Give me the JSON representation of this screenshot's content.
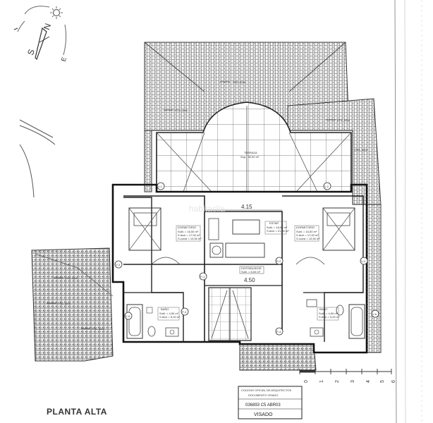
{
  "compass": {
    "letters": [
      "S",
      "N",
      "E"
    ]
  },
  "watermark": "habitaclia",
  "rooms": {
    "terrace_top": {
      "label": "PTE. 30%"
    },
    "terrace_mid": {
      "label": "PTE. 30%"
    },
    "terrace_right": {
      "label": "PTE. 30%"
    },
    "terrace_right2": {
      "label": "PTE. 30%"
    },
    "terrace_left1": {
      "label": "PTE. 30%"
    },
    "terrace_left2": {
      "label": "PTE. 30%"
    },
    "terrace_left3": {
      "label": "PTE. 30%"
    },
    "terraza": {
      "name": "TERRAZA",
      "area": "Sup.: 30,00 m²"
    },
    "dormitorio_left": {
      "name": "DORMITORIO",
      "lines": [
        "Sutil. = 16,50 m²",
        "S.tech = 17,00 m²",
        "S.const = 19,50 m²"
      ]
    },
    "dormitorio_right": {
      "name": "DORMITORIO",
      "lines": [
        "Sutil. = 16,50 m²",
        "S.tech = 17,00 m²",
        "S.const = 19,50 m²"
      ]
    },
    "estar": {
      "name": "ESTAR",
      "lines": [
        "Sutil. = 18,50 m²",
        "S.tech = 21,00 m²"
      ]
    },
    "distribuidor": {
      "name": "DISTRIBUIDOR",
      "area": "Sutil. = 8,00 m²"
    },
    "bano_left": {
      "name": "BAÑO",
      "lines": [
        "Sutil. = 4,50 m²",
        "S.tech = 5,00 m²"
      ]
    },
    "bano_right": {
      "name": "BAÑO",
      "lines": [
        "Sutil. = 4,50 m²",
        "S.tech = 5,00 m²"
      ]
    }
  },
  "dimensions": {
    "top": "4.15",
    "dist": "4.50"
  },
  "markers": [
    "V-1",
    "V-2",
    "V-3",
    "V-4",
    "P-1",
    "P-2",
    "P-3",
    "P-4",
    "V-5",
    "V-6"
  ],
  "scale": {
    "ticks": [
      "0",
      "1",
      "2",
      "3",
      "4",
      "5",
      "6"
    ]
  },
  "stamp": {
    "line1": "COLEGIO OFICIAL DE ARQUITECTOS",
    "line2": "DOCUMENTO VISADO",
    "number": "036893 C5 ABR03",
    "word": "VISADO"
  },
  "title": "PLANTA ALTA"
}
